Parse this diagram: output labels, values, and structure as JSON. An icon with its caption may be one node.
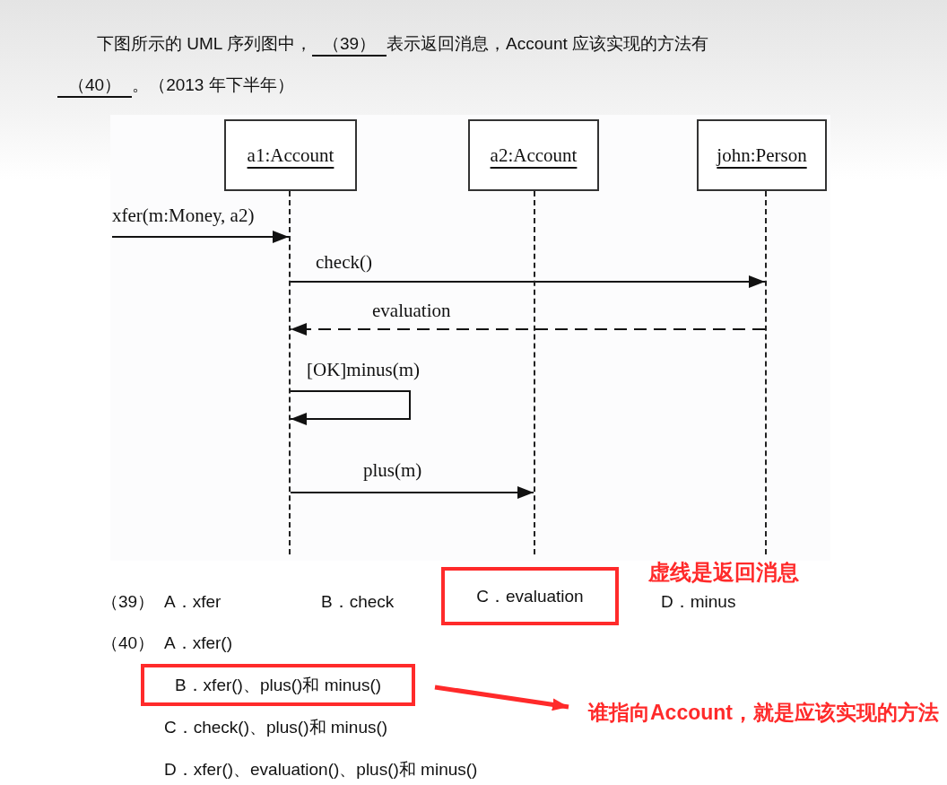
{
  "diagram": {
    "nodes": [
      {
        "text": [
          "a1:Account"
        ]
      },
      {
        "text": [
          "a2:Account"
        ]
      },
      {
        "text": [
          "john:Person"
        ]
      },
      {
        "text": [],
        "shape": "line"
      },
      {
        "text": [],
        "shape": "line"
      },
      {
        "text": [],
        "shape": "line"
      },
      {
        "text": [
          "C．evaluation"
        ]
      },
      {
        "text": [
          "B．xfer()、plus()和 minus()"
        ]
      },
      {
        "text": [
          "谁指向Account，就是应该实现的方法"
        ]
      }
    ],
    "edges": [
      {
        "from": null,
        "to": 3,
        "arrow": "to",
        "label": "xfer(m:Money, a2)"
      },
      {
        "from": 3,
        "to": 5,
        "arrow": "to",
        "label": "check()"
      },
      {
        "from": 5,
        "to": 3,
        "arrow": "to",
        "label": "evaluation",
        "style": "dashed"
      },
      {
        "from": 3,
        "to": 3,
        "arrow": "to",
        "label": "[OK]minus(m)"
      },
      {
        "from": 3,
        "to": 4,
        "arrow": "to",
        "label": "plus(m)"
      },
      {
        "from": 7,
        "to": 8,
        "arrow": "to",
        "style": "thick",
        "color": "#ff2a2a"
      }
    ],
    "labels": [
      "下图所示的 UML 序列图中，",
      "（39）",
      "表示返回消息，Account 应该实现的方法有",
      "（40）",
      "。（2013 年下半年）",
      "虚线是返回消息",
      "（39）",
      "A．xfer",
      "B．check",
      "D．minus",
      "（40）",
      "A．xfer()",
      "C．check()、plus()和 minus()",
      "D．xfer()、evaluation()、plus()和 minus()"
    ]
  }
}
